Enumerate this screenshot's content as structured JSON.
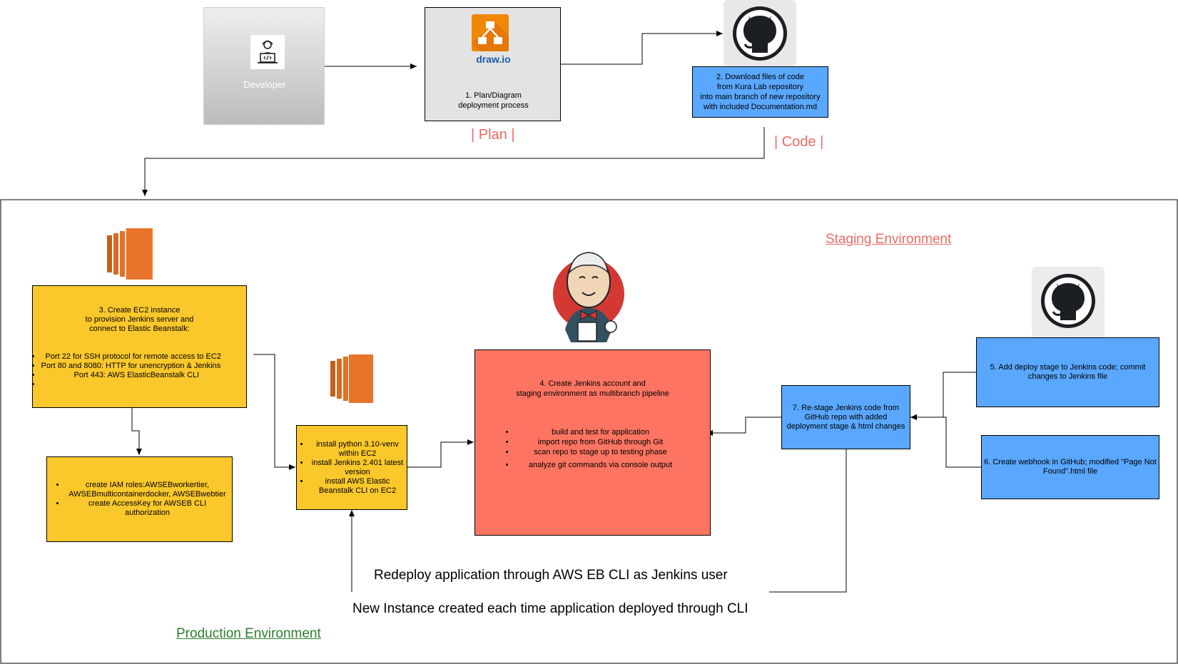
{
  "developer": {
    "label": "Developer",
    "icon": "developer-icon"
  },
  "plan_box": {
    "logo_text": "draw.io",
    "line1": "1. Plan/Diagram",
    "line2": "deployment process"
  },
  "plan_label": "| Plan |",
  "code_box": {
    "lines": [
      "2. Download files of code",
      "from Kura Lab repository",
      "into main branch of new repository",
      "with included Documentation.md"
    ]
  },
  "code_label": "| Code |",
  "staging_label": "Staging Environment",
  "production_label": "Production Environment",
  "ec2_box": {
    "title_lines": [
      "3. Create EC2 instance",
      "to provision Jenkins server and",
      "connect to Elastic Beanstalk:"
    ],
    "bullets": [
      "Port 22 for SSH protocol for remote access to EC2",
      "Port 80 and 8080: HTTP  for unencryption & Jenkins",
      "Port 443: AWS ElasticBeanstalk CLI",
      ""
    ]
  },
  "iam_box": {
    "bullets": [
      "create IAM roles:AWSEBworkertier, AWSEBmulticontainerdocker, AWSEBwebtier",
      "create AccessKey for AWSEB CLI authorization"
    ]
  },
  "install_box": {
    "bullets": [
      "install python 3.10-venv within EC2",
      "install Jenkins 2.401 latest version",
      "install AWS Elastic Beanstalk CLI on EC2"
    ]
  },
  "jenkins_box": {
    "title_lines": [
      "4. Create Jenkins account and",
      "staging environment as multibranch pipeline"
    ],
    "bullets": [
      "build and test for application",
      "import repo from GitHub through Git",
      "scan repo to stage up to testing phase",
      "analyze git commands via console output"
    ]
  },
  "restage_box": {
    "text": "7. Re-stage Jenkins code from GitHub repo with added deployment stage & html changes"
  },
  "deploy_stage_box": {
    "text": "5.  Add deploy stage to Jenkins code; commit changes to Jenkins file"
  },
  "webhook_box": {
    "text": "6. Create webhook in GitHub;  modified \"Page Not Found\".html file"
  },
  "redeploy_text": "Redeploy application through AWS EB CLI as Jenkins user",
  "new_instance_text": "New Instance created each time application deployed through CLI",
  "colors": {
    "yellow": "#fbc82b",
    "blue": "#5aa7ff",
    "red": "#fd7562",
    "aws_orange": "#e8742c",
    "label_red": "#ea6b66",
    "prod_green": "#2c7d2c"
  }
}
